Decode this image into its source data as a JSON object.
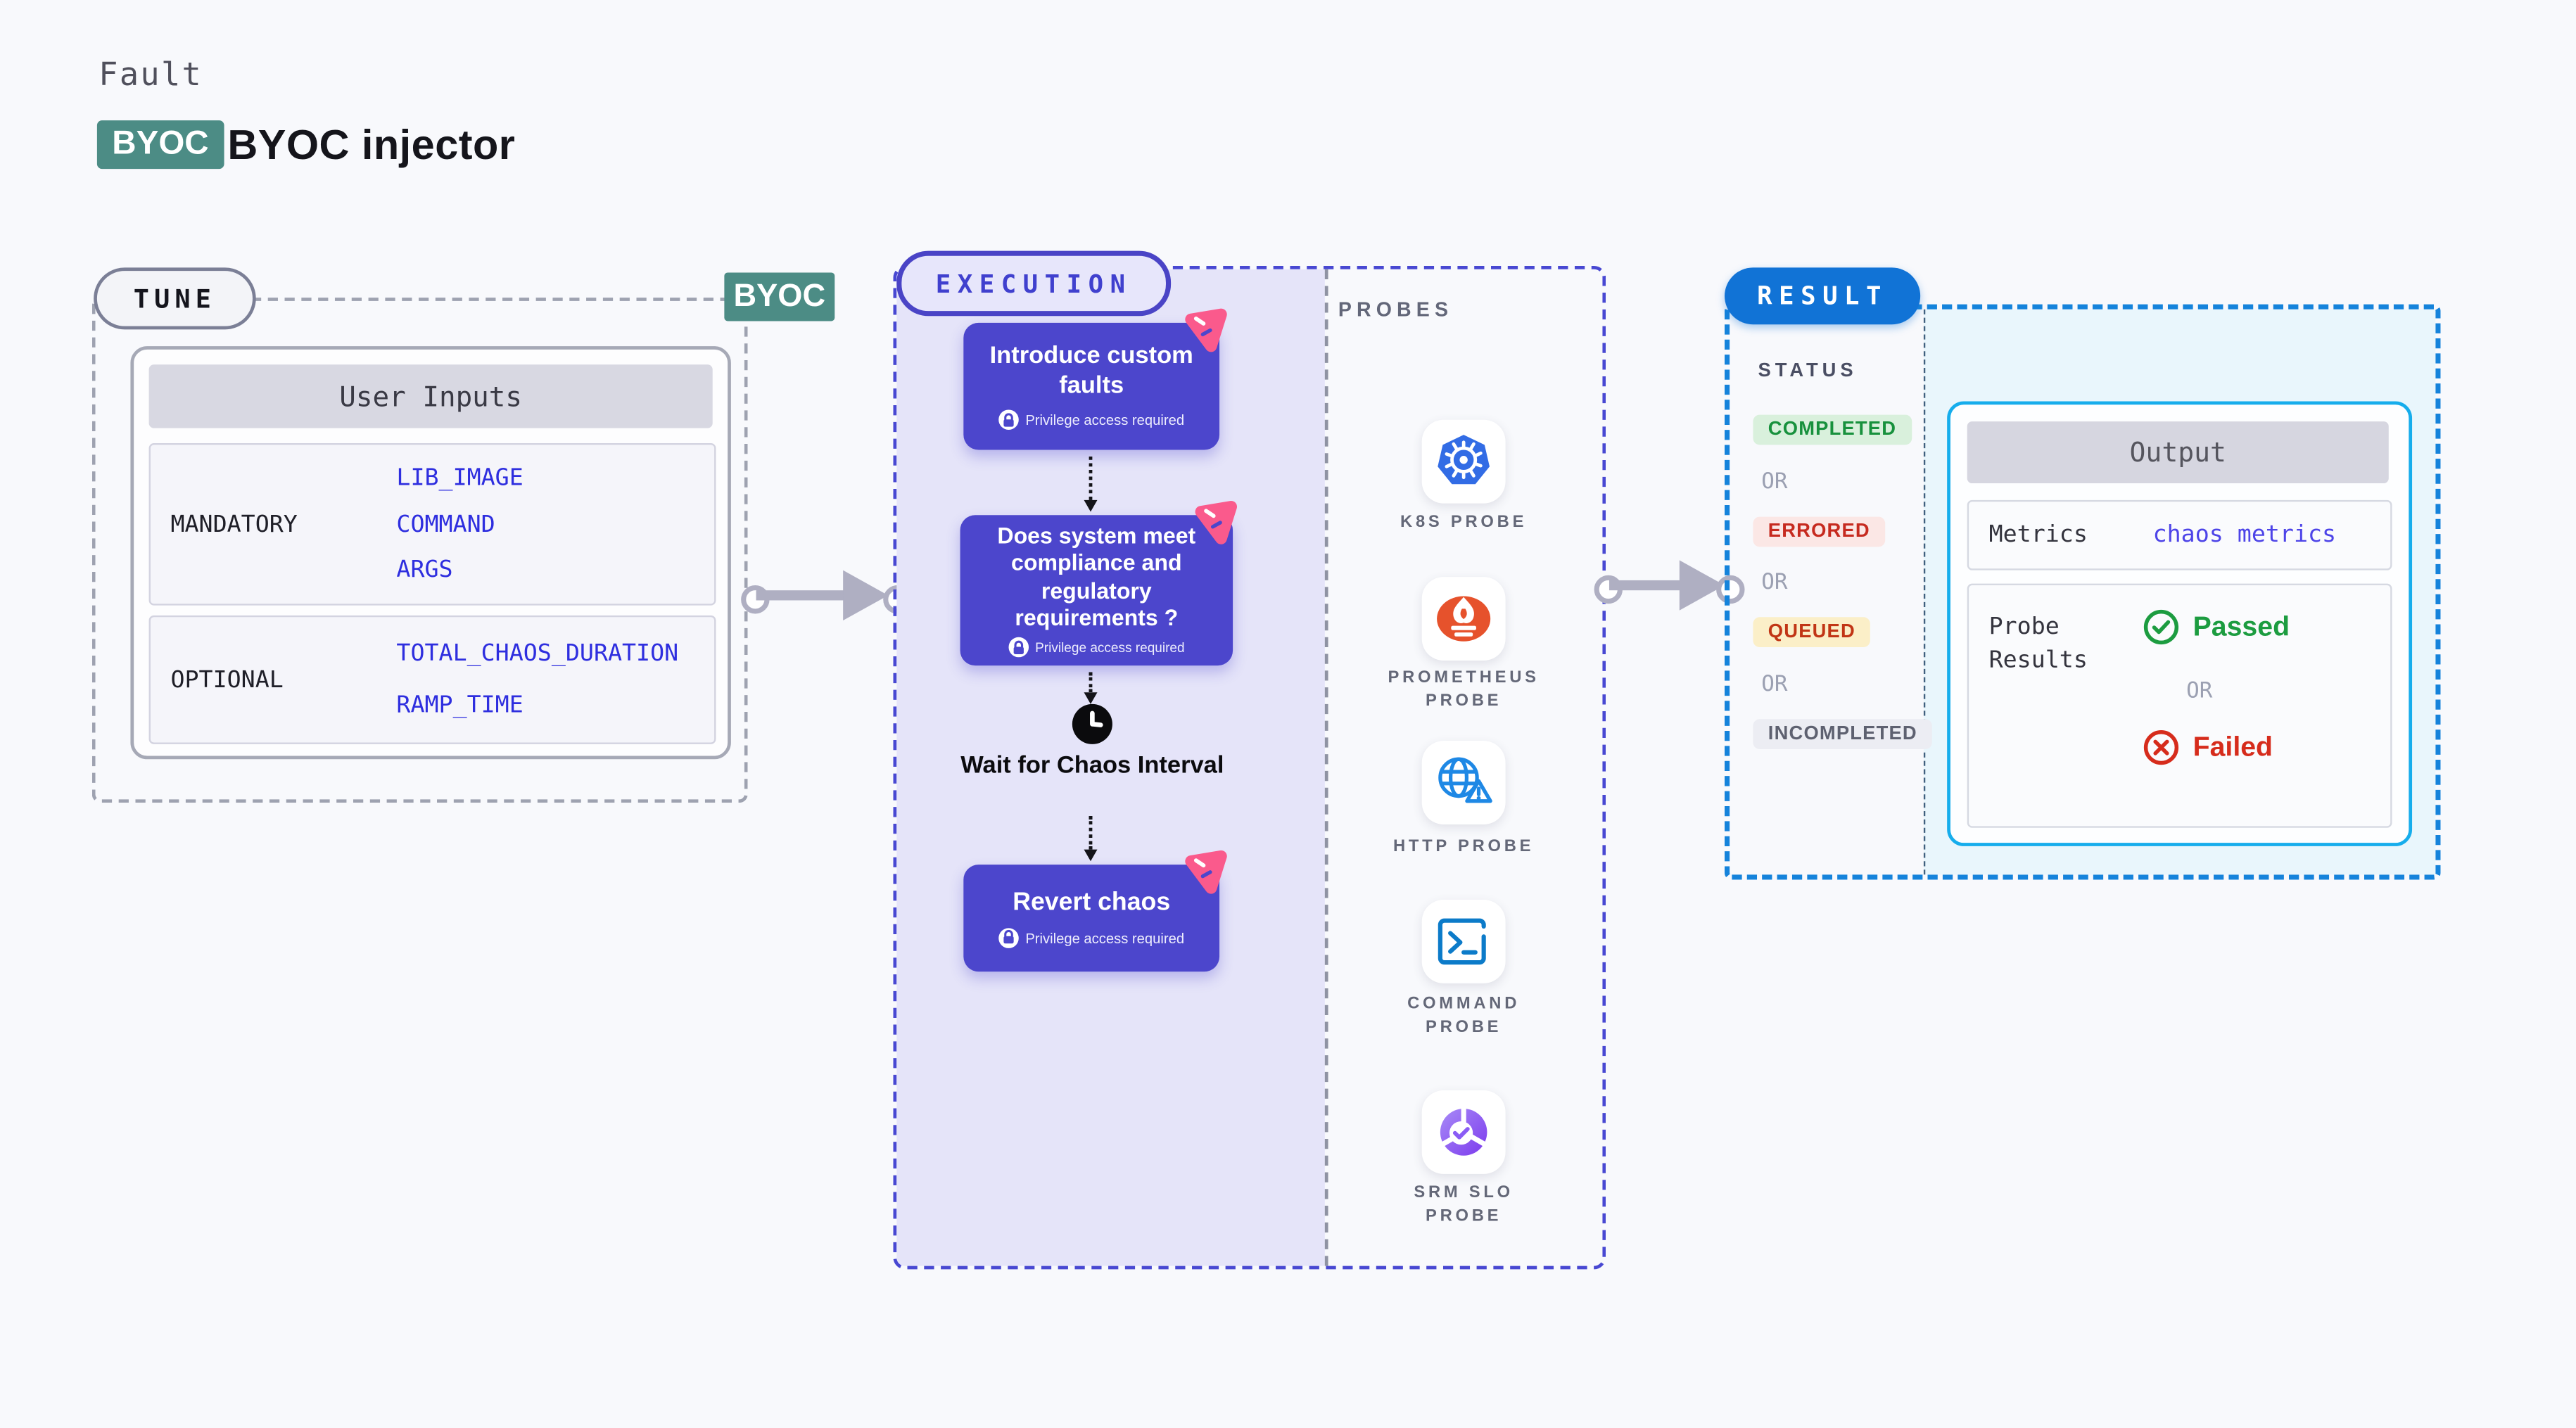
{
  "header": {
    "eyebrow": "Fault",
    "badge": "BYOC",
    "title": "BYOC injector"
  },
  "tune": {
    "pill": "TUNE",
    "byoc_tag": "BYOC",
    "table_header": "User Inputs",
    "mandatory_label": "MANDATORY",
    "mandatory_values": [
      "LIB_IMAGE",
      "COMMAND",
      "ARGS"
    ],
    "optional_label": "OPTIONAL",
    "optional_values": [
      "TOTAL_CHAOS_DURATION",
      "RAMP_TIME"
    ]
  },
  "execution": {
    "pill": "EXECUTION",
    "step1": {
      "title": "Introduce custom faults",
      "note": "Privilege access required"
    },
    "step2": {
      "title": "Does system meet compliance and regulatory requirements ?",
      "note": "Privilege access required"
    },
    "wait_label": "Wait for Chaos Interval",
    "step3": {
      "title": "Revert chaos",
      "note": "Privilege access required"
    }
  },
  "probes": {
    "heading": "PROBES",
    "items": [
      {
        "label": "K8S PROBE",
        "icon": "kubernetes-icon"
      },
      {
        "label": "PROMETHEUS PROBE",
        "icon": "prometheus-icon"
      },
      {
        "label": "HTTP PROBE",
        "icon": "globe-warning-icon"
      },
      {
        "label": "COMMAND PROBE",
        "icon": "terminal-icon"
      },
      {
        "label": "SRM SLO PROBE",
        "icon": "slo-donut-icon"
      }
    ]
  },
  "result": {
    "pill": "RESULT",
    "status_heading": "STATUS",
    "or": "OR",
    "statuses": [
      {
        "label": "COMPLETED",
        "fg": "#18913D",
        "bg": "#D9F0DC"
      },
      {
        "label": "ERRORED",
        "fg": "#C62A1F",
        "bg": "#FBE7E5"
      },
      {
        "label": "QUEUED",
        "fg": "#C13515",
        "bg": "#FBEFC8"
      },
      {
        "label": "INCOMPLETED",
        "fg": "#5E6170",
        "bg": "#ECEDF3"
      }
    ],
    "output": {
      "header": "Output",
      "metrics_label": "Metrics",
      "metrics_value": "chaos metrics",
      "probe_results_label": "Probe Results",
      "passed": "Passed",
      "or": "OR",
      "failed": "Failed"
    }
  },
  "colors": {
    "page_bg": "#F8F9FC",
    "teal": "#4C8C85",
    "indigo_card": "#4C46CC",
    "exec_border": "#4848D2",
    "lavender": "#E5E4F9",
    "pink_badge": "#FA5A8C",
    "result_blue": "#1173D6",
    "result_dash": "#1583DB",
    "cyan_bg": "#E9F6FC",
    "output_border": "#16ADEC",
    "k8s_blue": "#326CE5",
    "prometheus_orange": "#E6522C",
    "http_blue": "#1E88E5",
    "command_blue": "#0C7BC9",
    "srm_purple": "#8A5CF5",
    "value_blue": "#2E2EDF",
    "passed_green": "#1C9C40",
    "failed_red": "#D62C1C"
  }
}
